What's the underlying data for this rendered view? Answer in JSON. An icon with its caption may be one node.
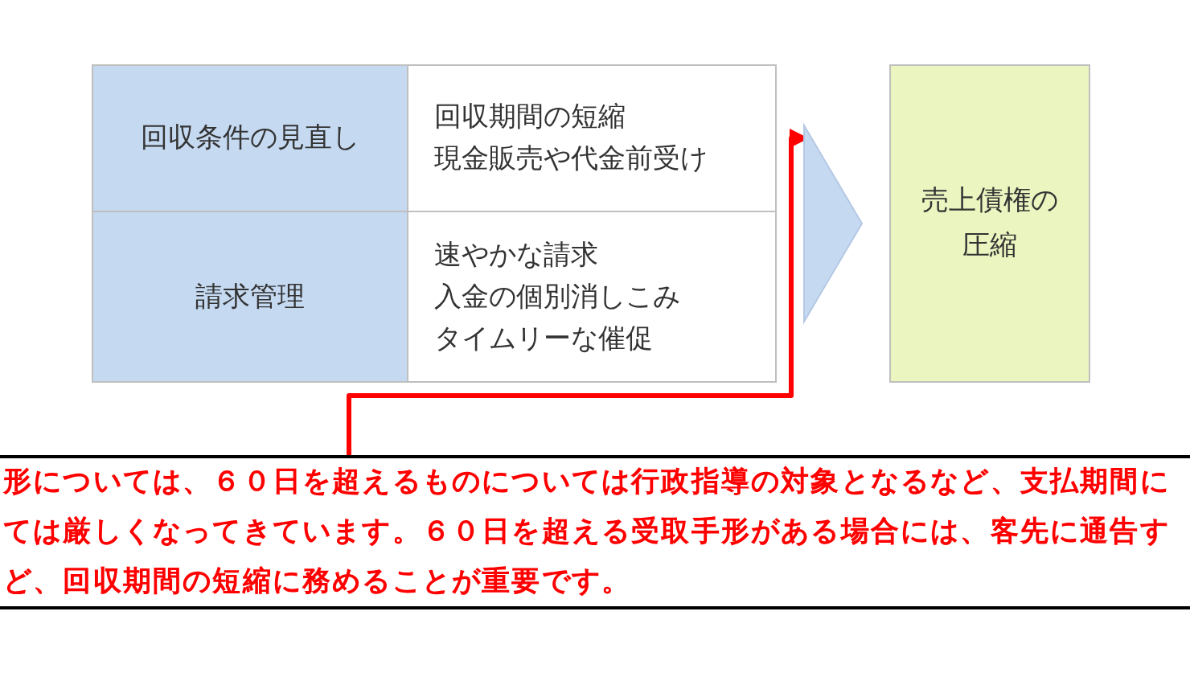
{
  "diagram": {
    "nodes": [
      {
        "text": [
          "回収条件の見直し"
        ]
      },
      {
        "text": [
          "回収期間の短縮",
          "現金販売や代金前受け"
        ]
      },
      {
        "text": [
          "請求管理"
        ]
      },
      {
        "text": [
          "速やかな請求",
          "入金の個別消しこみ",
          "タイムリーな催促"
        ]
      },
      {
        "text": [
          "売上債権の圧縮"
        ]
      },
      {
        "text": [
          "形については、６０日を超えるものについては行政指導の対象となるなど、支払期間にては厳しくなってきています。６０日を超える受取手形がある場合には、客先に通告すど、回収期間の短縮に務めることが重要です。"
        ]
      }
    ],
    "edges": [
      {
        "from": 1,
        "to": 4,
        "arrow": "to",
        "style": "thick"
      },
      {
        "from": 3,
        "to": 4,
        "arrow": "to",
        "style": "thick"
      },
      {
        "from": 5,
        "to": 1,
        "arrow": "to",
        "color": "#ff0000"
      }
    ]
  }
}
